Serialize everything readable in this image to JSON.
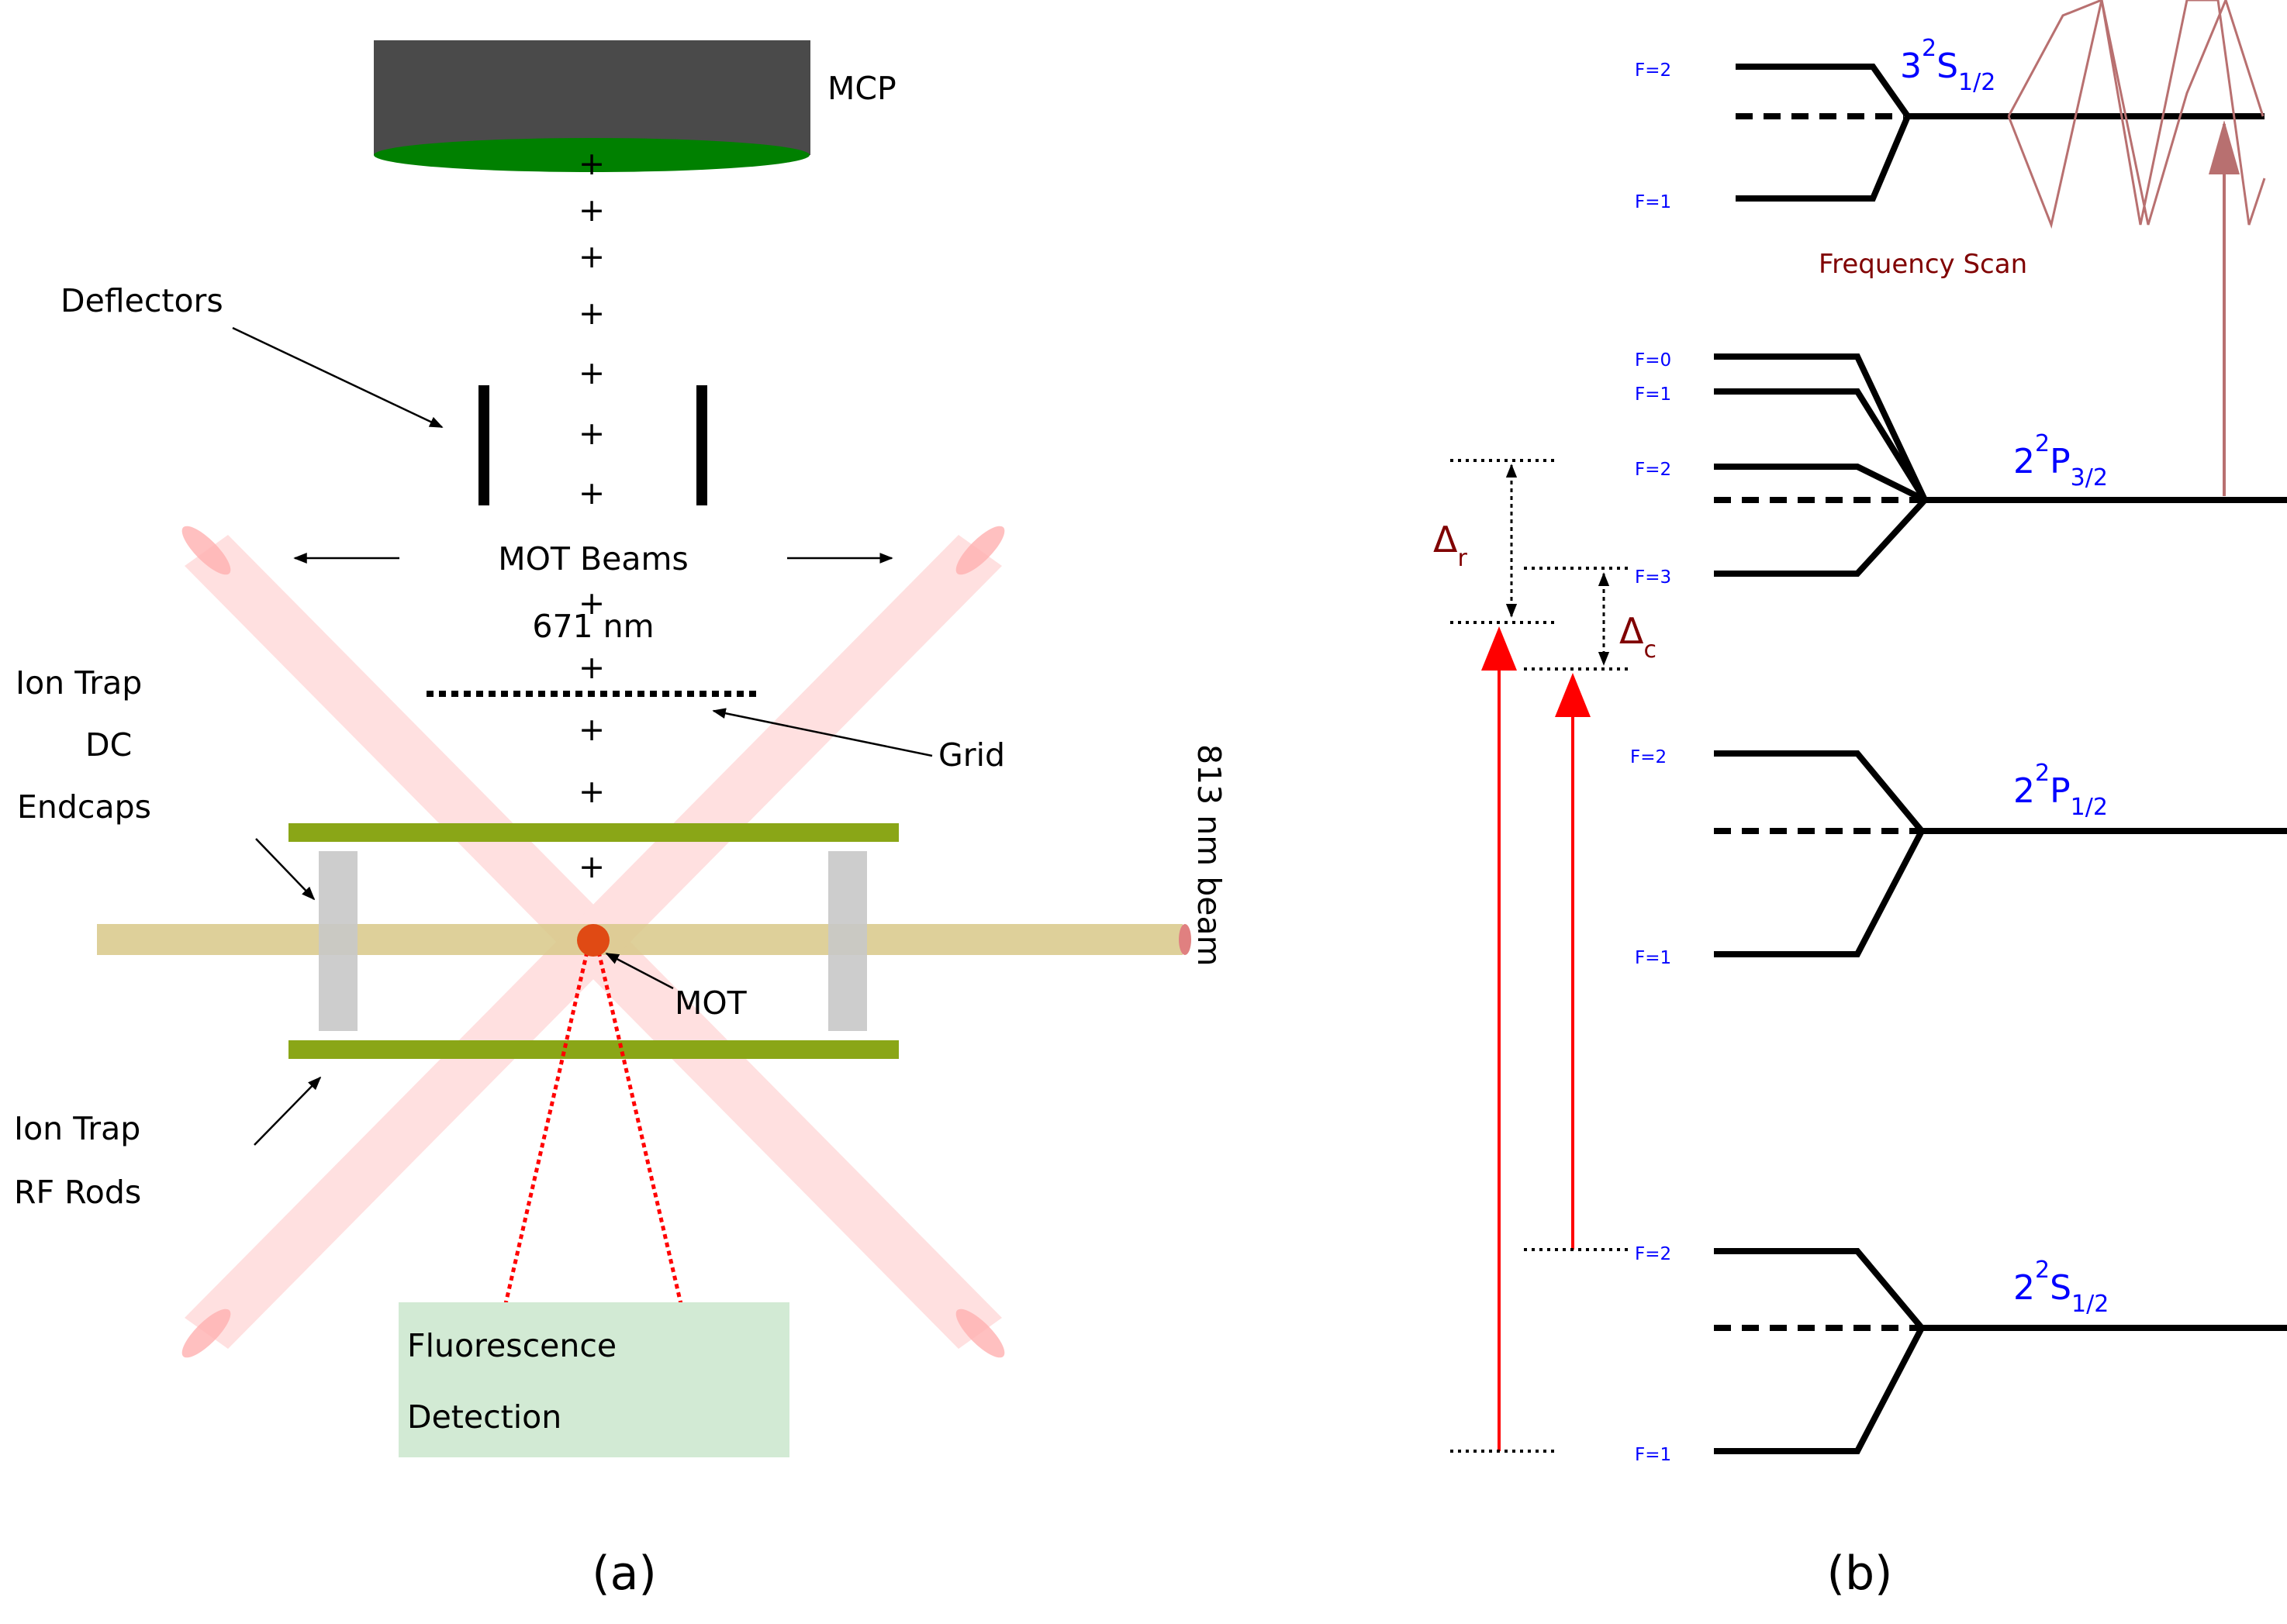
{
  "panel_a": {
    "caption": "(a)",
    "mcp": "MCP",
    "deflectors": "Deflectors",
    "mot_beams_line1": "MOT Beams",
    "mot_beams_line2": "671 nm",
    "ion_trap_dc_line1": "Ion Trap",
    "ion_trap_dc_line2": "DC",
    "ion_trap_dc_line3": "Endcaps",
    "grid": "Grid",
    "mot": "MOT",
    "ion_trap_rf_line1": "Ion Trap",
    "ion_trap_rf_line2": "RF Rods",
    "fluorescence_line1": "Fluorescence",
    "fluorescence_line2": "Detection",
    "beam_813": "813 nm beam",
    "ion_marker": "+"
  },
  "panel_b": {
    "caption": "(b)",
    "frequency_scan": "Frequency Scan",
    "level_3s": {
      "n": "3",
      "sup": "2",
      "L": "S",
      "sub": "1/2"
    },
    "level_2p32": {
      "n": "2",
      "sup": "2",
      "L": "P",
      "sub": "3/2"
    },
    "level_2p12": {
      "n": "2",
      "sup": "2",
      "L": "P",
      "sub": "1/2"
    },
    "level_2s12": {
      "n": "2",
      "sup": "2",
      "L": "S",
      "sub": "1/2"
    },
    "delta_r": {
      "sym": "Δ",
      "sub": "r"
    },
    "delta_c": {
      "sym": "Δ",
      "sub": "c"
    },
    "f_3s_top": "F=2",
    "f_3s_bot": "F=1",
    "f_2p32_0": "F=0",
    "f_2p32_1": "F=1",
    "f_2p32_2": "F=2",
    "f_2p32_3": "F=3",
    "f_2p12_top": "F=2",
    "f_2p12_bot": "F=1",
    "f_2s_top": "F=2",
    "f_2s_bot": "F=1"
  },
  "colors": {
    "mcp_body": "#4a4a4a",
    "mcp_face": "#008000",
    "mot_beam": "#ff9a9a",
    "rod": "#8aa617",
    "endcap": "#c8c8c8",
    "beam_813": "#d8c888",
    "mot_cloud": "#e04a14",
    "fluor_box": "#d2ead4",
    "level_label": "#0000ff",
    "detuning": "#800000",
    "laser_arrow": "#ff0000",
    "scan_line": "#b87070"
  }
}
